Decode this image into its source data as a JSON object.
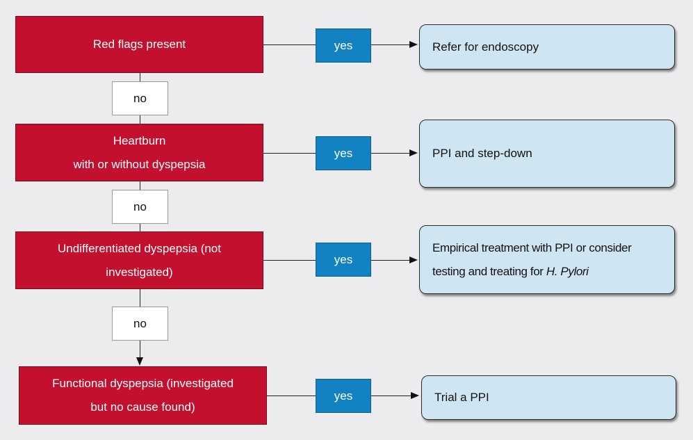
{
  "steps": [
    {
      "condition": [
        "Red flags present"
      ],
      "yes_label": "yes",
      "outcome": [
        "Refer for endoscopy"
      ],
      "no_label": "no"
    },
    {
      "condition": [
        "Heartburn",
        "with or without dyspepsia"
      ],
      "yes_label": "yes",
      "outcome": [
        "PPI and step-down"
      ],
      "no_label": "no"
    },
    {
      "condition": [
        "Undifferentiated dyspepsia (not",
        "investigated)"
      ],
      "yes_label": "yes",
      "outcome": [
        "Empirical treatment with PPI or consider",
        "testing and treating for "
      ],
      "outcome_emphasis": "H. Pylori",
      "no_label": "no"
    },
    {
      "condition": [
        "Functional dyspepsia (investigated",
        "but no cause found)"
      ],
      "yes_label": "yes",
      "outcome": [
        "Trial a PPI"
      ]
    }
  ],
  "colors": {
    "condition_fill": "#c4102f",
    "yes_fill": "#1282c2",
    "outcome_fill": "#cfe6f2",
    "no_fill": "#ffffff",
    "background": "#ececef"
  }
}
